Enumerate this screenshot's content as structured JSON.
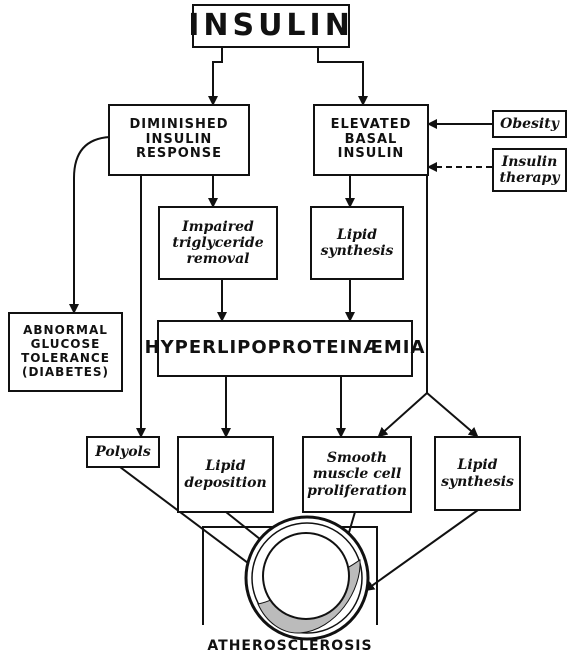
{
  "title": "INSULIN",
  "nodes": {
    "diminished": "DIMINISHED\nINSULIN\nRESPONSE",
    "elevated": "ELEVATED\nBASAL\nINSULIN",
    "obesity": "Obesity",
    "insulin_therapy": "Insulin\ntherapy",
    "impaired": "Impaired\ntriglyceride\nremoval",
    "lipid_synthesis_upper": "Lipid\nsynthesis",
    "hyperlipo": "HYPERLIPOPROTEINÆMIA",
    "abnormal": "ABNORMAL\nGLUCOSE\nTOLERANCE\n(DIABETES)",
    "polyols": "Polyols",
    "lipid_deposition": "Lipid\ndeposition",
    "smooth_muscle": "Smooth\nmuscle cell\nproliferation",
    "lipid_synthesis_lower": "Lipid\nsynthesis",
    "atherosclerosis": "ATHEROSCLEROSIS"
  }
}
